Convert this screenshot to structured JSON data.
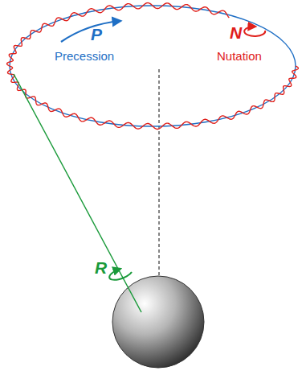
{
  "diagram": {
    "labels": [
      "P",
      "Precession",
      "N",
      "Nutation",
      "R"
    ]
  }
}
